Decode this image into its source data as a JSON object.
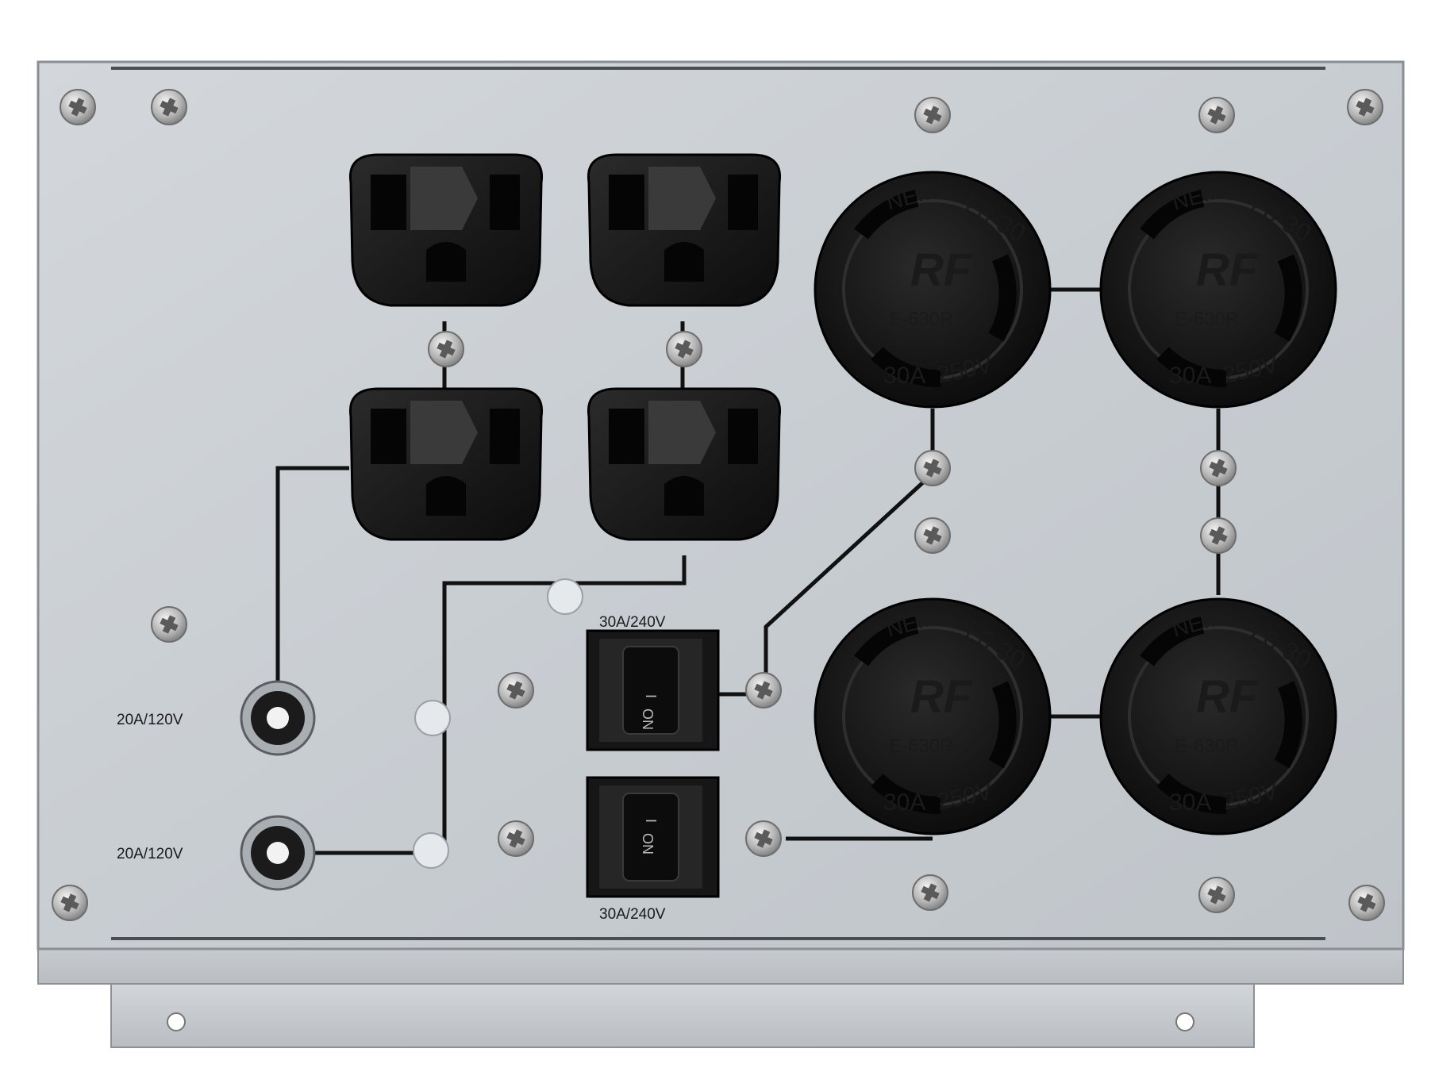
{
  "panel": {
    "labels": {
      "breaker_top": "30A/240V",
      "breaker_bottom": "30A/240V",
      "fuse_top": "20A/120V",
      "fuse_bottom": "20A/120V",
      "switch_on": "ON",
      "switch_mark": "I"
    },
    "locking_receptacle": {
      "standard": "NEMA",
      "type": "L6-30",
      "brand": "RF",
      "model": "E-630R",
      "amps": "30A",
      "volts": "250V"
    }
  },
  "colors": {
    "plate": "#c9ced3",
    "receptacle": "#121212",
    "trace": "#111111",
    "screw": "#b9b9b9"
  },
  "icons": {
    "screw": "phillips-screw-icon",
    "duplex": "duplex-receptacle-icon",
    "locking": "twist-lock-receptacle-icon",
    "breaker": "rocker-breaker-icon",
    "fuse": "push-button-fuse-icon"
  }
}
